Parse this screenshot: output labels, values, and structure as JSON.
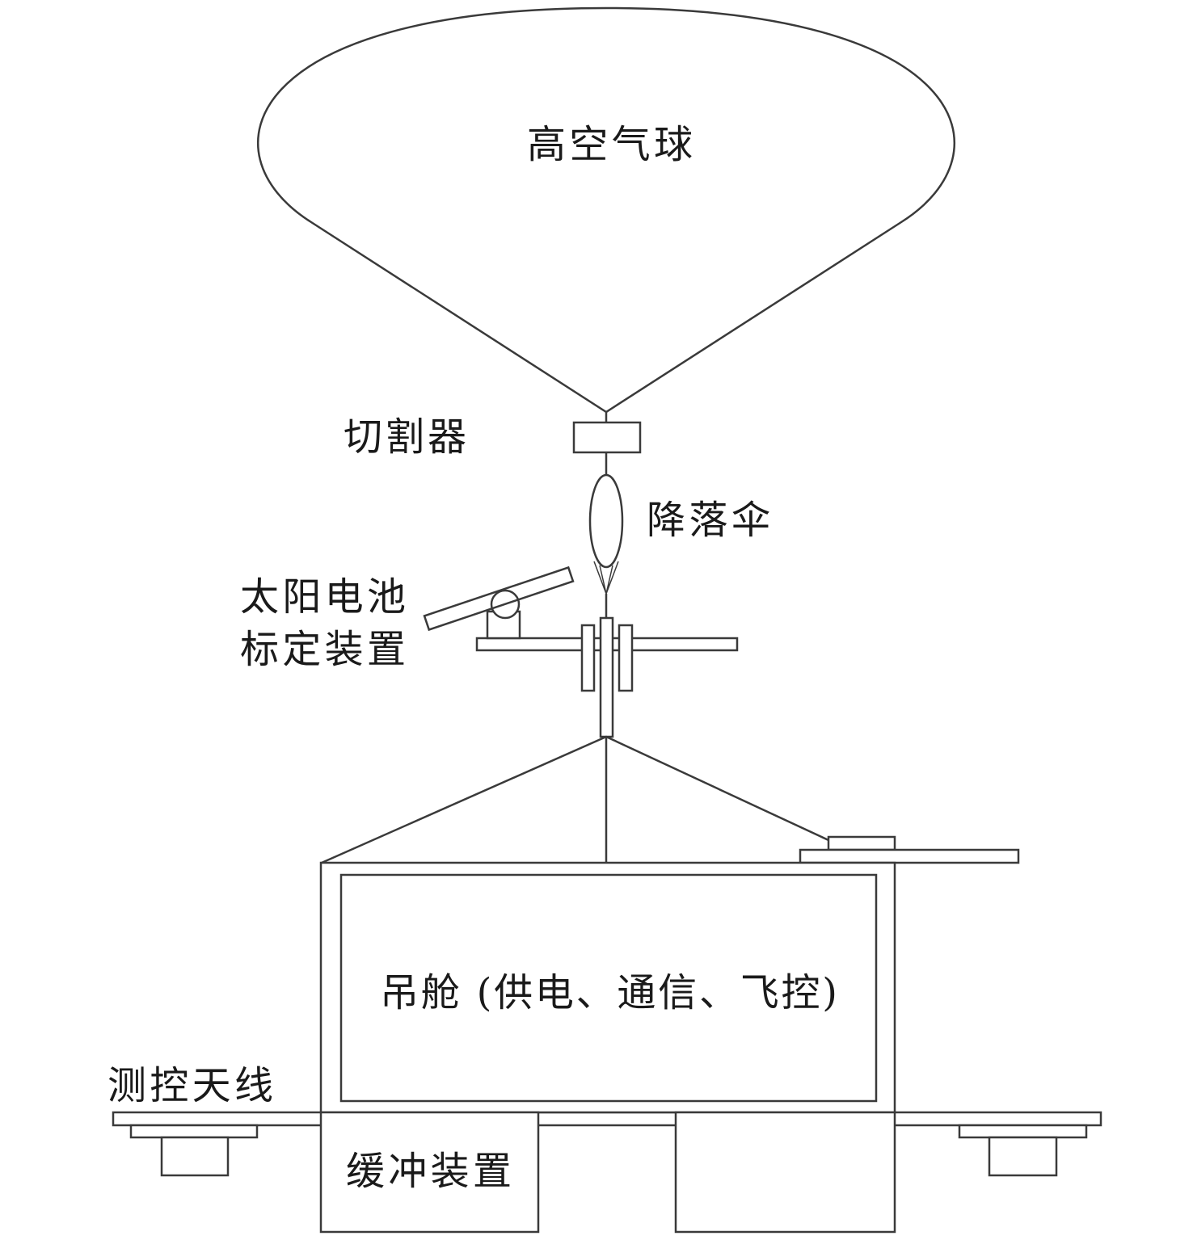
{
  "labels": {
    "balloon": "高空气球",
    "cutter": "切割器",
    "parachute": "降落伞",
    "solar_line1": "太阳电池",
    "solar_line2": "标定装置",
    "gondola": "吊舱 (供电、通信、飞控)",
    "antenna": "测控天线",
    "buffer": "缓冲装置"
  },
  "colors": {
    "stroke": "#3a3a3a",
    "background": "#ffffff"
  }
}
